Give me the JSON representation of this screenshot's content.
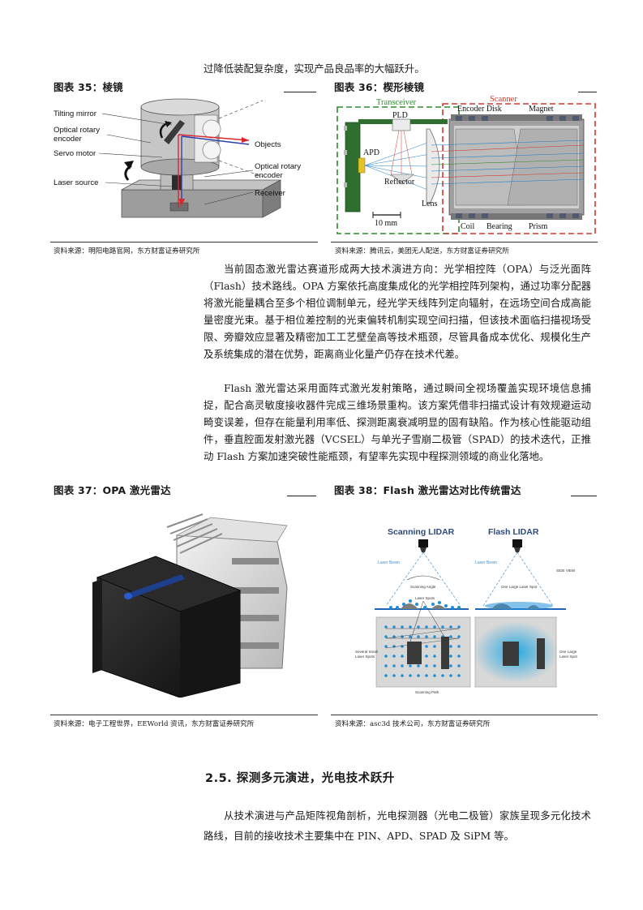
{
  "top_line": "过降低装配复杂度，实现产品良品率的大幅跃升。",
  "figures": {
    "fig35": {
      "title": "图表 35：棱镜",
      "source": "资料来源：明阳电路官网，东方财富证券研究所",
      "labels": {
        "tilting_mirror": "Tilting mirror",
        "optical_rotary_encoder_l1": "Optical rotary",
        "optical_rotary_encoder_l2": "encoder",
        "servo_motor": "Servo motor",
        "laser_source": "Laser source",
        "objects": "Objects",
        "optical_rotary_encoder_r1": "Optical rotary",
        "optical_rotary_encoder_r2": "encoder",
        "receiver": "Receiver"
      }
    },
    "fig36": {
      "title": "图表 36：楔形棱镜",
      "source": "资料来源：腾讯云，美团无人配送，东方财富证券研究所",
      "labels": {
        "transceiver": "Transceiver",
        "scanner": "Scanner",
        "pld": "PLD",
        "encoder_disk": "Encoder Disk",
        "magnet": "Magnet",
        "apd": "APD",
        "reflector": "Reflector",
        "lens": "Lens",
        "coil": "Coil",
        "bearing": "Bearing",
        "prism": "Prism",
        "scale": "10 mm"
      }
    },
    "fig37": {
      "title": "图表 37：OPA 激光雷达",
      "source": "资料来源：电子工程世界，EEWorld 资讯，东方财富证券研究所"
    },
    "fig38": {
      "title": "图表 38：Flash 激光雷达对比传统雷达",
      "source": "资料来源：asc3d 技术公司，东方财富证券研究所",
      "labels": {
        "scanning_lidar": "Scanning LIDAR",
        "flash_lidar": "Flash LIDAR",
        "laser_beam_l": "Laser Beam",
        "laser_beam_r": "Laser Beam",
        "side_view": "SIDE VIEW",
        "scanning_angle": "Scanning Angle",
        "one_large_spot_top": "One Large Laser Spot",
        "laser_spots": "Laser Spots",
        "several_small_l1": "Several Small",
        "several_small_l2": "Laser Spots",
        "one_large_r1": "One Large",
        "one_large_r2": "Laser Spot",
        "scanning_path": "Scanning Path"
      }
    }
  },
  "para1": "当前固态激光雷达赛道形成两大技术演进方向：光学相控阵（OPA）与泛光面阵（Flash）技术路线。OPA 方案依托高度集成化的光学相控阵列架构，通过功率分配器将激光能量耦合至多个相位调制单元，经光学天线阵列定向辐射，在远场空间合成高能量密度光束。基于相位差控制的光束偏转机制实现空间扫描，但该技术面临扫描视场受限、旁瓣效应显著及精密加工工艺壁垒高等技术瓶颈，尽管具备成本优化、规模化生产及系统集成的潜在优势，距离商业化量产仍存在技术代差。",
  "para2": "Flash 激光雷达采用面阵式激光发射策略，通过瞬间全视场覆盖实现环境信息捕捉，配合高灵敏度接收器件完成三维场景重构。该方案凭借非扫描式设计有效规避运动畸变误差，但存在能量利用率低、探测距离衰减明显的固有缺陷。作为核心性能驱动组件，垂直腔面发射激光器（VCSEL）与单光子雪崩二极管（SPAD）的技术迭代，正推动 Flash 方案加速突破性能瓶颈，有望率先实现中程探测领域的商业化落地。",
  "section_title": "2.5. 探测多元演进，光电技术跃升",
  "para3": "从技术演进与产品矩阵视角剖析，光电探测器（光电二极管）家族呈现多元化技术路线，目前的接收技术主要集中在 PIN、APD、SPAD 及 SiPM 等。",
  "colors": {
    "laser_red": "#d9262c",
    "beam_blue": "#2b3fb0",
    "green": "#2d8a2d",
    "scanner_red": "#d0392e",
    "flash_glow": "#1fa6e0"
  }
}
